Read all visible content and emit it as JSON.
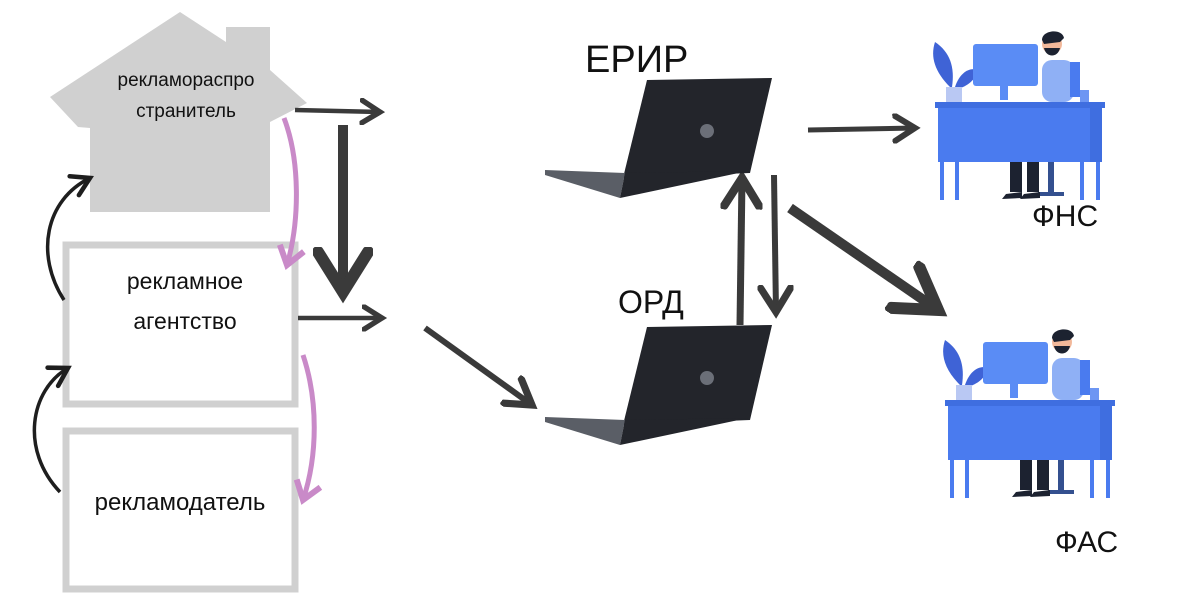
{
  "nodes": {
    "distributor_line1": "рекламораспро",
    "distributor_line2": "странитель",
    "agency_line1": "рекламное",
    "agency_line2": "агентство",
    "advertiser": "рекламодатель",
    "erir": "ЕРИР",
    "ord": "ОРД",
    "fns": "ФНС",
    "fas": "ФАС"
  },
  "colors": {
    "house": "#d0d0d0",
    "arrow_dark": "#3a3a3a",
    "arrow_pink": "#c98ac8",
    "laptop": "#23252b",
    "desk": "#4a7bef"
  }
}
